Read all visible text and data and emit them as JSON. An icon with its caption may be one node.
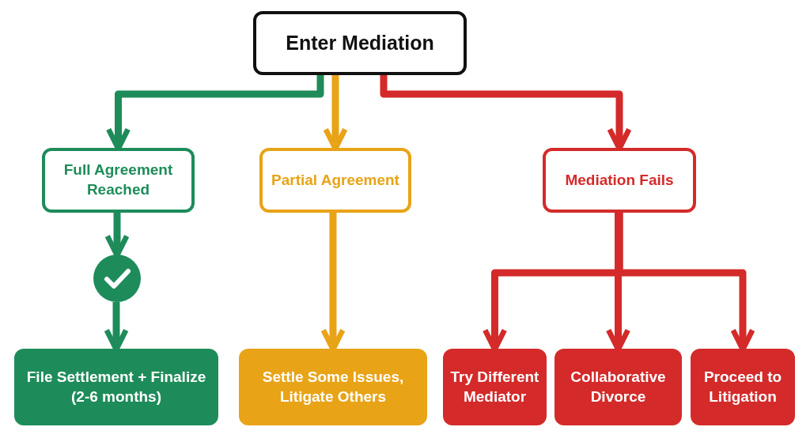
{
  "diagram": {
    "nodes": [
      {
        "text": [
          "Enter Mediation"
        ]
      },
      {
        "text": [
          "Full Agreement Reached"
        ]
      },
      {
        "text": [
          "Partial Agreement"
        ]
      },
      {
        "text": [
          "Mediation Fails"
        ]
      },
      {
        "text": [],
        "shape": "circle"
      },
      {
        "text": [
          "File Settlement + Finalize (2-6 months)"
        ]
      },
      {
        "text": [
          "Settle Some Issues, Litigate Others"
        ]
      },
      {
        "text": [
          "Try Different Mediator"
        ]
      },
      {
        "text": [
          "Collaborative Divorce"
        ]
      },
      {
        "text": [
          "Proceed to Litigation"
        ]
      }
    ],
    "edges": [
      {
        "from": 0,
        "to": 1,
        "arrow": "to",
        "color": "#1e8c5a"
      },
      {
        "from": 0,
        "to": 2,
        "arrow": "to",
        "color": "#e8a317"
      },
      {
        "from": 0,
        "to": 3,
        "arrow": "to",
        "color": "#d42a2a"
      },
      {
        "from": 1,
        "to": 4,
        "arrow": "to",
        "color": "#1e8c5a"
      },
      {
        "from": 4,
        "to": 5,
        "arrow": "to",
        "color": "#1e8c5a"
      },
      {
        "from": 2,
        "to": 6,
        "arrow": "to",
        "color": "#e8a317"
      },
      {
        "from": 3,
        "to": 7,
        "arrow": "to",
        "color": "#d42a2a"
      },
      {
        "from": 3,
        "to": 8,
        "arrow": "to",
        "color": "#d42a2a"
      },
      {
        "from": 3,
        "to": 9,
        "arrow": "to",
        "color": "#d42a2a"
      }
    ]
  }
}
